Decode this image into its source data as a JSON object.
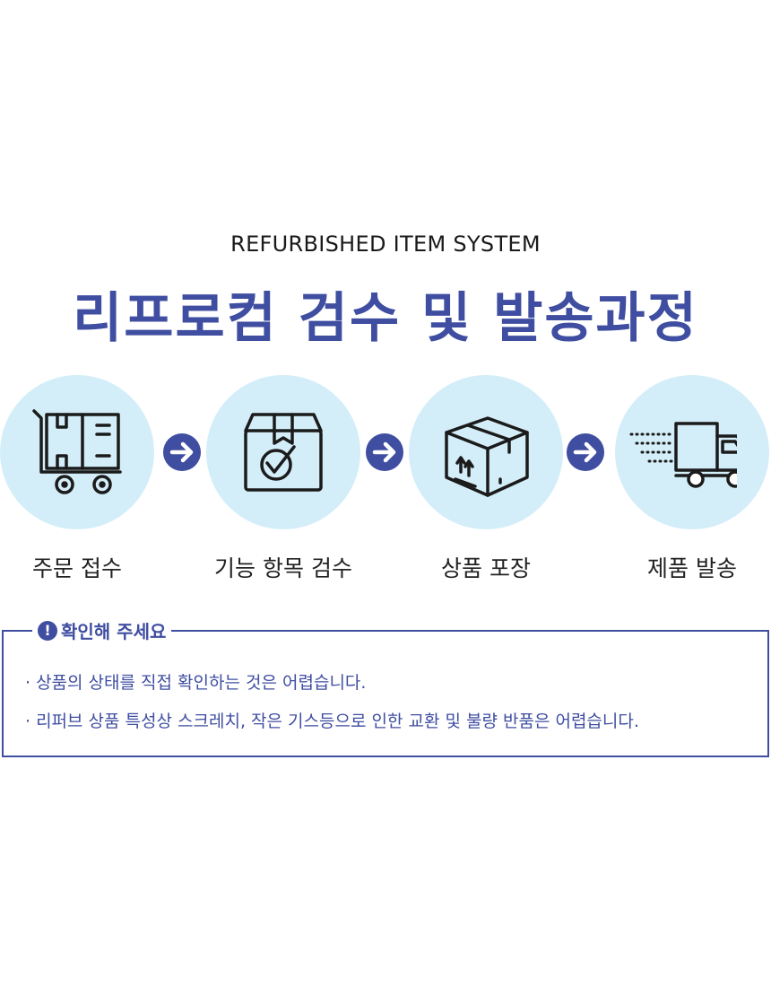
{
  "header": {
    "subtitle": "REFURBISHED ITEM SYSTEM",
    "title": "리프로컴 검수 및 발송과정"
  },
  "steps": [
    {
      "label": "주문 접수",
      "icon": "cart-box-icon"
    },
    {
      "label": "기능 항목 검수",
      "icon": "box-check-icon"
    },
    {
      "label": "상품 포장",
      "icon": "package-icon"
    },
    {
      "label": "제품 발송",
      "icon": "delivery-truck-icon"
    }
  ],
  "colors": {
    "accent": "#3f4ea1",
    "circle_bg": "#d4eef9"
  },
  "notice": {
    "icon": "exclamation-icon",
    "icon_glyph": "!",
    "title": "확인해 주세요",
    "items": [
      "· 상품의 상태를 직접 확인하는 것은 어렵습니다.",
      "· 리퍼브 상품 특성상 스크레치, 작은 기스등으로 인한 교환 및 불량 반품은 어렵습니다."
    ]
  }
}
